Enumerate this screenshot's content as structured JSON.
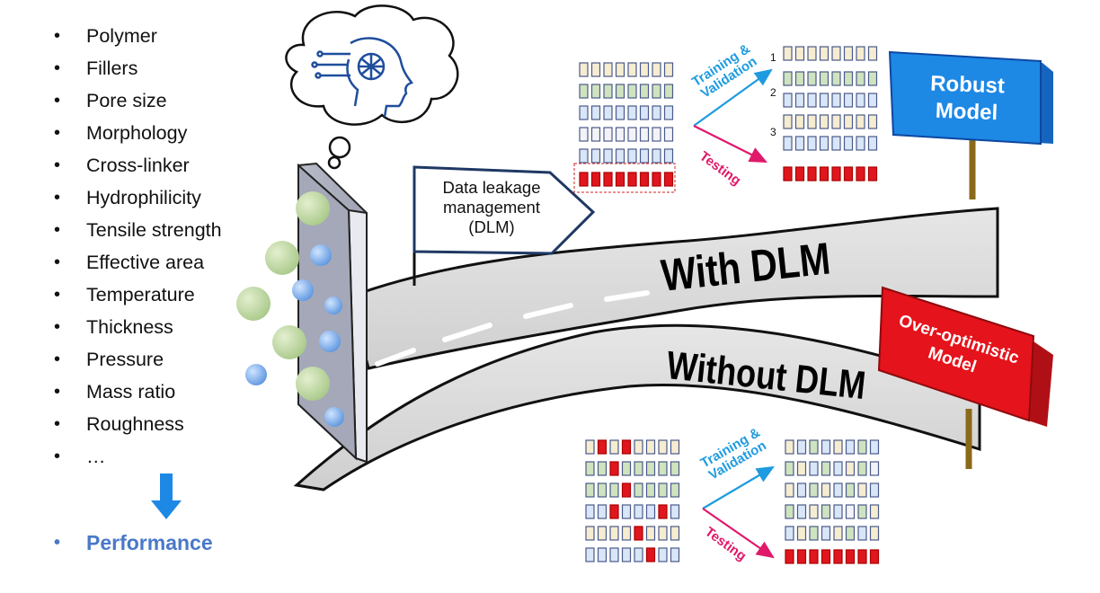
{
  "features": [
    "Polymer",
    "Fillers",
    "Pore size",
    "Morphology",
    "Cross-linker",
    "Hydrophilicity",
    "Tensile strength",
    "Effective area",
    "Temperature",
    "Thickness",
    "Pressure",
    "Mass ratio",
    "Roughness",
    "…"
  ],
  "bullet": "•",
  "output_label": "Performance",
  "dlm_tag": {
    "line1": "Data leakage",
    "line2": "management",
    "line3": "(DLM)"
  },
  "roads": {
    "with_label": "With DLM",
    "without_label": "Without DLM"
  },
  "signs": {
    "robust": {
      "line1": "Robust",
      "line2": "Model",
      "color": "#1e88e5"
    },
    "overopt": {
      "line1": "Over-optimistic",
      "line2": "Model",
      "color": "#e5131b"
    }
  },
  "top_flow": {
    "train_label_1": "Training &",
    "train_label_2": "Validation",
    "test_label": "Testing",
    "row_numbers": [
      "1",
      "2",
      "3"
    ]
  },
  "bottom_flow": {
    "train_label_1": "Training &",
    "train_label_2": "Validation",
    "test_label": "Testing"
  },
  "colors": {
    "train_arrow": "#1e9be0",
    "test_arrow": "#e0196a",
    "leak_cell": "#e0161e",
    "bullet_text": "#4a78c8",
    "down_arrow": "#1e88e5"
  },
  "icons": [
    "brain-head-icon",
    "thought-bubble-icon",
    "membrane-icon",
    "down-arrow-icon"
  ]
}
